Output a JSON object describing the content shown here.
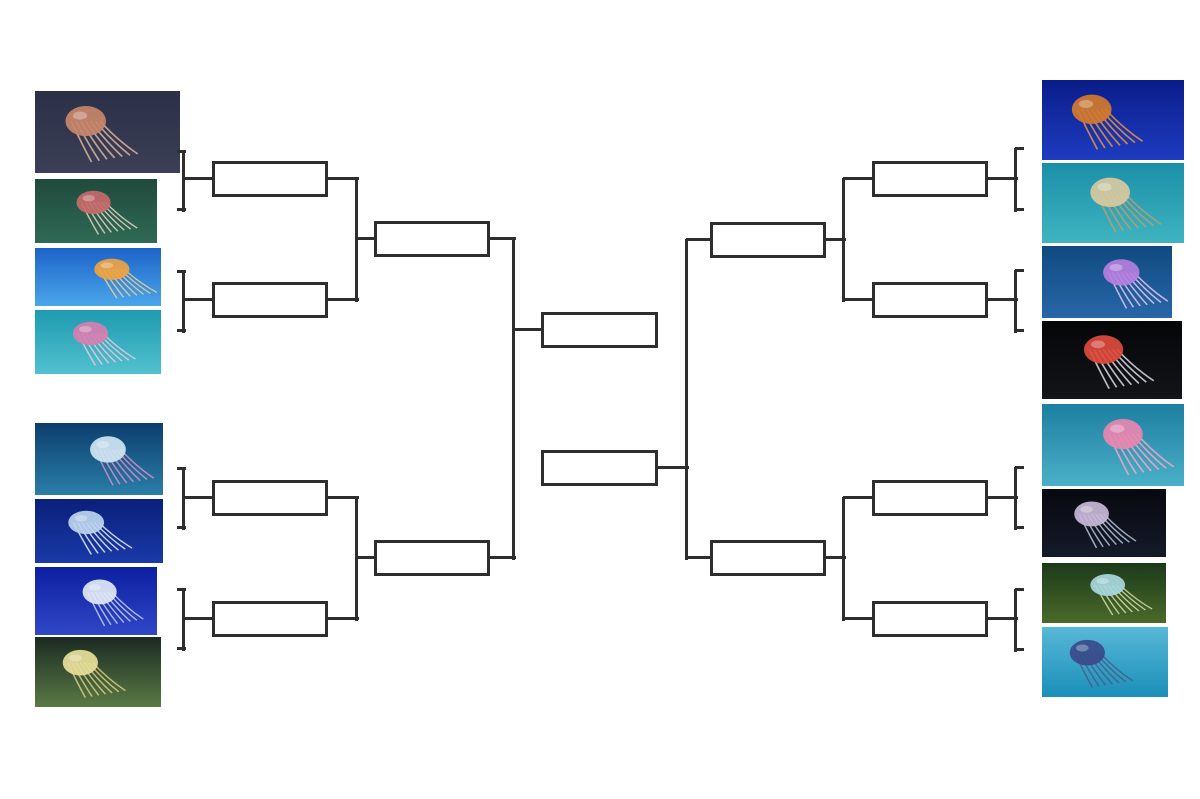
{
  "bracket": {
    "left": {
      "photos": [
        {
          "name": "jellyfish-photo-1",
          "bg": [
            "#2b3048",
            "#3c3f55"
          ],
          "bell": "#c8866a",
          "tentacles": "#d9b3a0"
        },
        {
          "name": "jellyfish-photo-2",
          "bg": [
            "#1f4a3c",
            "#2f6a55"
          ],
          "bell": "#c86a6a",
          "tentacles": "#e8d7c8"
        },
        {
          "name": "jellyfish-photo-3",
          "bg": [
            "#1c63c8",
            "#4aa6ea"
          ],
          "bell": "#f0a340",
          "tentacles": "#f5d38a"
        },
        {
          "name": "jellyfish-photo-4",
          "bg": [
            "#1e9ab0",
            "#52c1cf"
          ],
          "bell": "#d67fb0",
          "tentacles": "#f2c9de"
        },
        {
          "name": "jellyfish-photo-5",
          "bg": [
            "#0c3e6e",
            "#2a7ea8"
          ],
          "bell": "#cfe6f2",
          "tentacles": "#d88fd0"
        },
        {
          "name": "jellyfish-photo-6",
          "bg": [
            "#0a1f7a",
            "#1a3aa8"
          ],
          "bell": "#bcd4ee",
          "tentacles": "#e7f0fa"
        },
        {
          "name": "jellyfish-photo-7",
          "bg": [
            "#0c1fa0",
            "#3047c8"
          ],
          "bell": "#e2e8f5",
          "tentacles": "#c6cff0"
        },
        {
          "name": "jellyfish-photo-8",
          "bg": [
            "#1b2a22",
            "#5a7a45"
          ],
          "bell": "#e8df9a",
          "tentacles": "#d9d080"
        }
      ]
    },
    "right": {
      "photos": [
        {
          "name": "jellyfish-photo-9",
          "bg": [
            "#0a1c8a",
            "#1e3cc0"
          ],
          "bell": "#d27a2e",
          "tentacles": "#e6953f"
        },
        {
          "name": "jellyfish-photo-10",
          "bg": [
            "#1a8fa8",
            "#3fb4c0"
          ],
          "bell": "#d8c9a0",
          "tentacles": "#b89f70"
        },
        {
          "name": "jellyfish-photo-11",
          "bg": [
            "#0f4a80",
            "#2866a8"
          ],
          "bell": "#b67fe0",
          "tentacles": "#e6c8f5"
        },
        {
          "name": "jellyfish-photo-12",
          "bg": [
            "#050608",
            "#121418"
          ],
          "bell": "#e04a3c",
          "tentacles": "#d9dde6"
        },
        {
          "name": "jellyfish-photo-13",
          "bg": [
            "#1e7fa0",
            "#4ab0c8"
          ],
          "bell": "#e887b0",
          "tentacles": "#f0a8c8"
        },
        {
          "name": "jellyfish-photo-14",
          "bg": [
            "#07090f",
            "#151a2a"
          ],
          "bell": "#c8b8d8",
          "tentacles": "#b8c8e0"
        },
        {
          "name": "jellyfish-photo-15",
          "bg": [
            "#1c3a1a",
            "#4a6a2a"
          ],
          "bell": "#a8d8e0",
          "tentacles": "#d8e0a8"
        },
        {
          "name": "jellyfish-photo-16",
          "bg": [
            "#58b8d8",
            "#1a8fb8"
          ],
          "bell": "#3a4a8a",
          "tentacles": "#4a5a8a"
        }
      ]
    },
    "colors": {
      "line": "#2e2e2e",
      "slot_fill": "#ffffff",
      "background": "#ffffff"
    }
  }
}
